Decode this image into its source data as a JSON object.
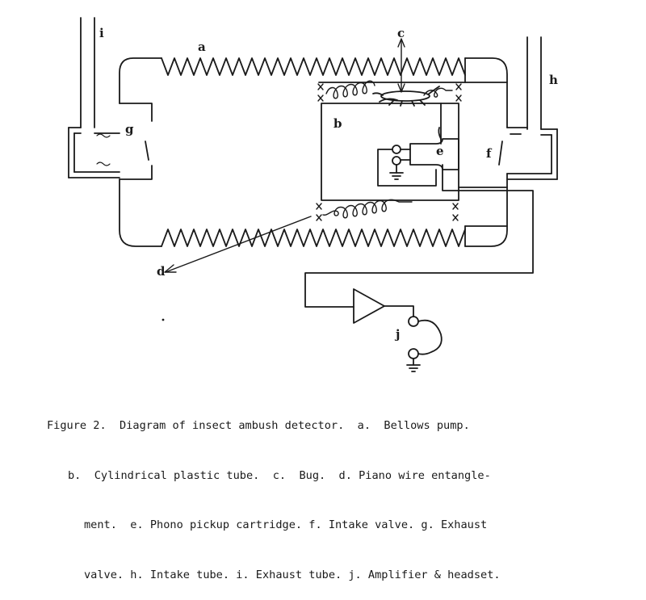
{
  "labels": {
    "a": "a",
    "b": "b",
    "c": "c",
    "d": "d",
    "e": "e",
    "f": "f",
    "g": "g",
    "h": "h",
    "i": "i",
    "j": "j"
  },
  "caption": {
    "line1": "Figure 2.  Diagram of insect ambush detector.  a.  Bellows pump.",
    "line2": "b.  Cylindrical plastic tube.  c.  Bug.  d. Piano wire entangle-",
    "line3": "ment.  e. Phono pickup cartridge. f. Intake valve. g. Exhaust",
    "line4": "valve. h. Intake tube. i. Exhaust tube. j. Amplifier & headset."
  },
  "colors": {
    "ink": "#1a1a1a",
    "paper": "#ffffff"
  }
}
